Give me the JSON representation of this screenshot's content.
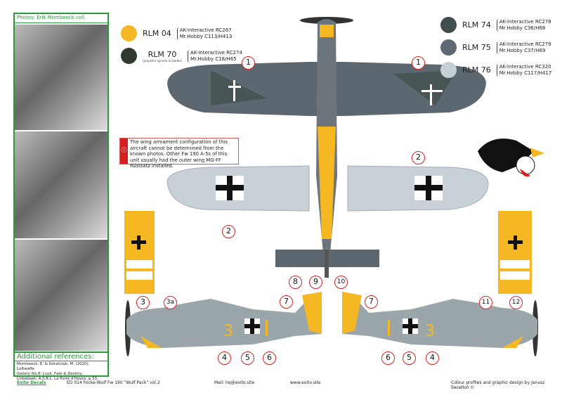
{
  "photos": {
    "credit": "Photos: Erik Mombeeck coll."
  },
  "references": {
    "title": "Additional references:",
    "lines": [
      "Mombeeck, E. & Góralczyk, M. (2020), Luftwaffe",
      "Gallery No.6: Luck, Fate & Destiny,",
      "Linkebeek: A.S.B.L. La Porte d'Hoves, p.33."
    ]
  },
  "colors": [
    {
      "name": "RLM 04",
      "hex": "#f5b823",
      "brands": [
        "AK-Interactive RC267",
        "Mr.Hobby C113/H413"
      ]
    },
    {
      "name": "RLM 70",
      "hex": "#2e3a2e",
      "note": "(propeller spinner & blades)",
      "brands": [
        "AK-Interactive RC274",
        "Mr.Hobby C18/H65"
      ]
    },
    {
      "name": "RLM 74",
      "hex": "#414e4d",
      "brands": [
        "AK-Interactive RC278",
        "Mr.Hobby C36/H68"
      ]
    },
    {
      "name": "RLM 75",
      "hex": "#5f6773",
      "brands": [
        "AK-Interactive RC279",
        "Mr.Hobby C37/H69"
      ]
    },
    {
      "name": "RLM 76",
      "hex": "#c5cfd4",
      "brands": [
        "AK-Interactive RC320",
        "Mr.Hobby C117/H417"
      ]
    }
  ],
  "note": {
    "icon": "info-icon",
    "text": "The wing armament configuration of this aircraft cannot be determined from the known photos. Other Fw 190 A-5s of this unit usually had the outer wing MG-FF Rüstsatz installed."
  },
  "callouts": {
    "c1": "1",
    "c2": "2",
    "c3": "3",
    "c3a": "3a",
    "c4": "4",
    "c5": "5",
    "c6": "6",
    "c7": "7",
    "c8": "8",
    "c9": "9",
    "c10": "10",
    "c11": "11",
    "c12": "12"
  },
  "aircraft": {
    "code": "3"
  },
  "footer": {
    "logo": "Exito Decals",
    "product": "ED 014  Focke-Wulf Fw 190 \"Wulf Pack\" vol.2",
    "mail": "Mail: hq@exito.site",
    "web": "www.exito.site",
    "credit": "Colour profiles and graphic design by Janusz Światłoń ©"
  }
}
